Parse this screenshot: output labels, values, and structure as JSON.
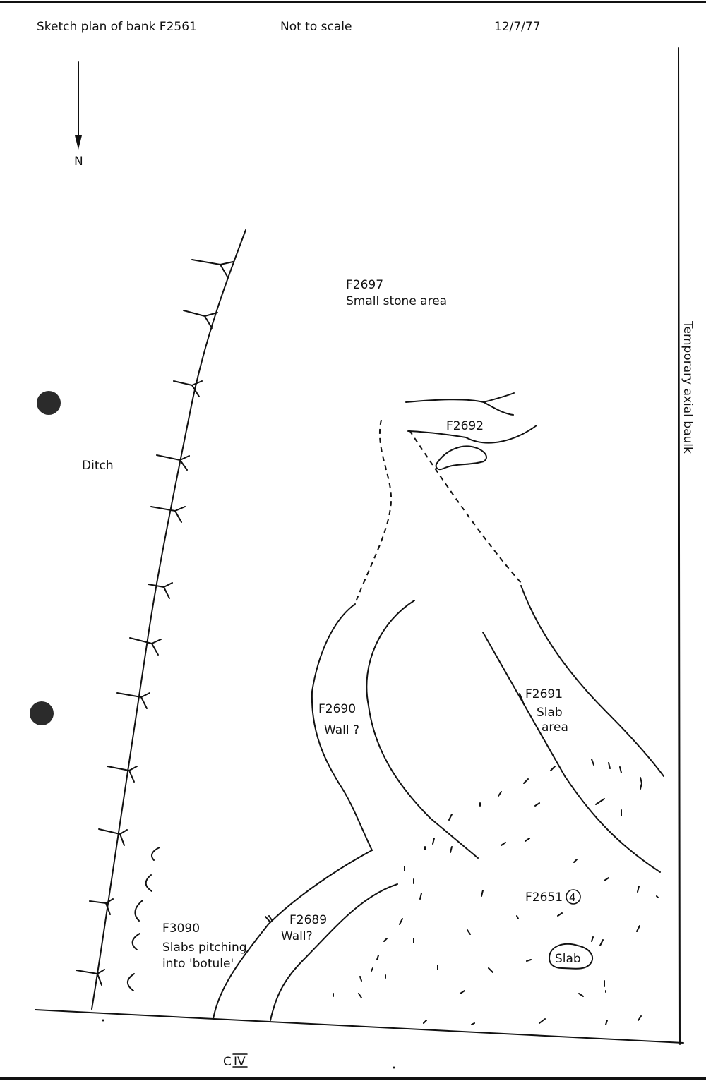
{
  "header": {
    "title": "Sketch  plan  of  bank  F2561",
    "scale_note": "Not to scale",
    "date": "12/7/77"
  },
  "north_label": "N",
  "labels": {
    "ditch": "Ditch",
    "f2697_code": "F2697",
    "f2697_desc": "Small  stone  area",
    "f2692_code": "F2692",
    "f2690_code": "F2690",
    "f2690_desc": "Wall ?",
    "f2691_code": "F2691",
    "f2691_desc1": "Slab",
    "f2691_desc2": "area",
    "f2651_code": "F2651",
    "f2651_num": "4",
    "f3090_code": "F3090",
    "f3090_desc1": "Slabs pitching",
    "f3090_desc2": "into 'botule'",
    "f2689_code": "F2689",
    "f2689_desc": "Wall?",
    "slab": "Slab",
    "baulk": "Temporary  axial  baulk",
    "footer_c": "C",
    "footer_roman": "IV"
  }
}
